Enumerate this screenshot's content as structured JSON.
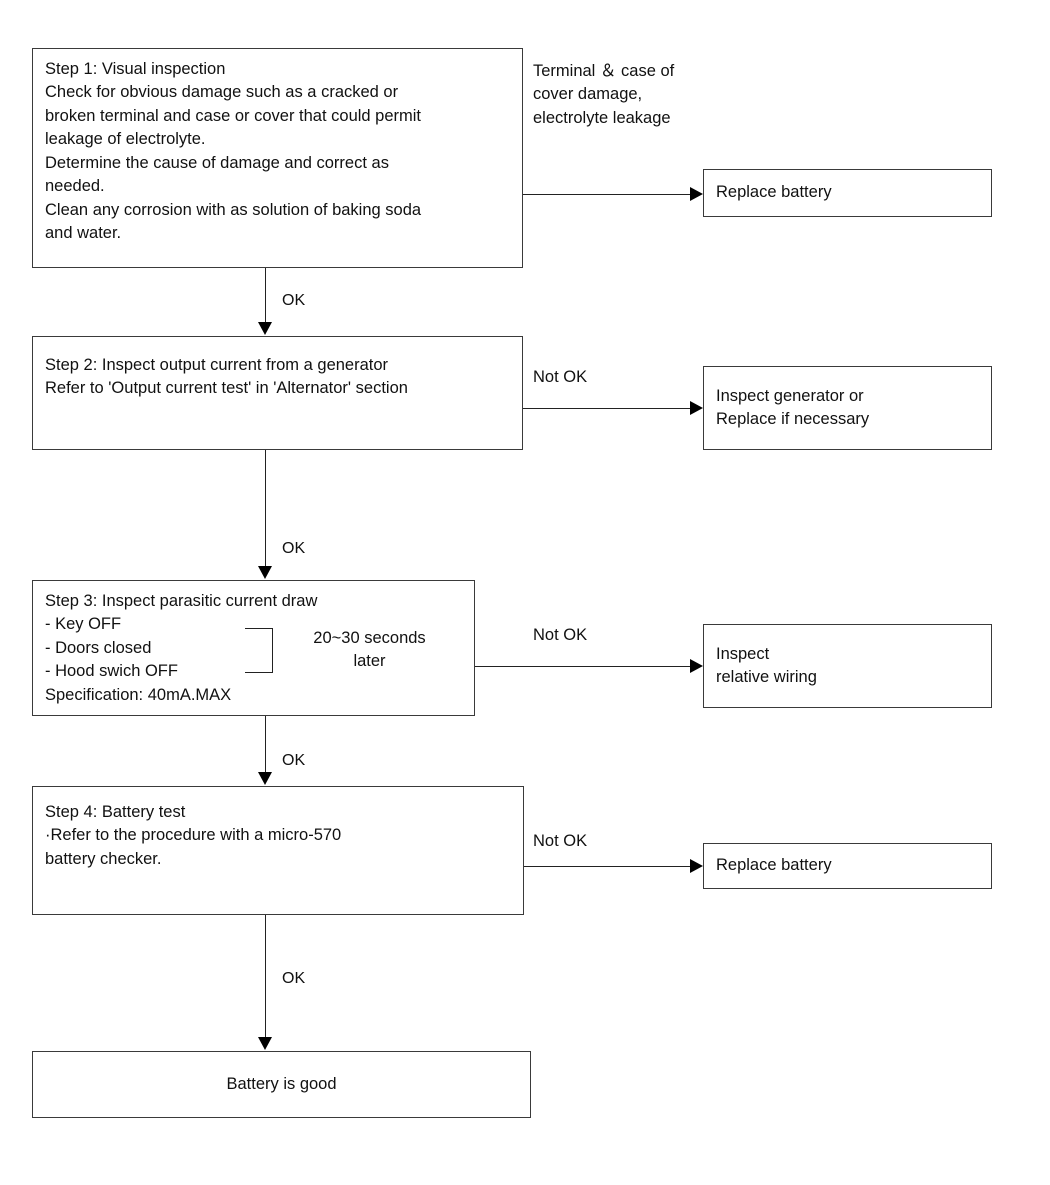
{
  "diagram": {
    "title": "Battery diagnostic flowchart",
    "accent_color": "#000000",
    "box_border_color": "#3a3a3a"
  },
  "steps": [
    {
      "id": "step-1",
      "text": "Step 1: Visual inspection\nCheck for obvious damage such as a cracked or\nbroken terminal and case or cover that could permit\nleakage of electrolyte.\nDetermine the cause of damage and correct as\nneeded.\nClean any corrosion with as solution of baking soda\nand water."
    },
    {
      "id": "step-2",
      "text": "Step 2: Inspect output current from a generator\nRefer to 'Output current test' in 'Alternator' section"
    },
    {
      "id": "step-3",
      "text": "Step 3: Inspect parasitic current draw\n - Key OFF\n - Doors closed\n - Hood swich OFF\n   Specification: 40mA.MAX"
    },
    {
      "id": "step-4",
      "text": "Step 4: Battery test\n·Refer to the procedure with a micro-570\n battery checker."
    }
  ],
  "outcomes": [
    {
      "id": "outcome-1",
      "text": "Replace battery"
    },
    {
      "id": "outcome-2",
      "text": "Inspect generator or\nReplace if necessary"
    },
    {
      "id": "outcome-3",
      "text": "Inspect\nrelative wiring"
    },
    {
      "id": "outcome-4",
      "text": "Replace battery"
    }
  ],
  "final": {
    "id": "final-result",
    "text": "Battery is good"
  },
  "branch_labels": {
    "step1_fail": "Terminal ＆ case of\ncover damage,\nelectrolyte leakage",
    "step2_fail": "Not OK",
    "step3_fail": "Not OK",
    "step4_fail": "Not OK"
  },
  "pass_labels": {
    "step1_to_step2": "OK",
    "step2_to_step3": "OK",
    "step3_to_step4": "OK",
    "step4_to_final": "OK"
  },
  "annotations": {
    "timing_note": "20~30 seconds\nlater"
  }
}
